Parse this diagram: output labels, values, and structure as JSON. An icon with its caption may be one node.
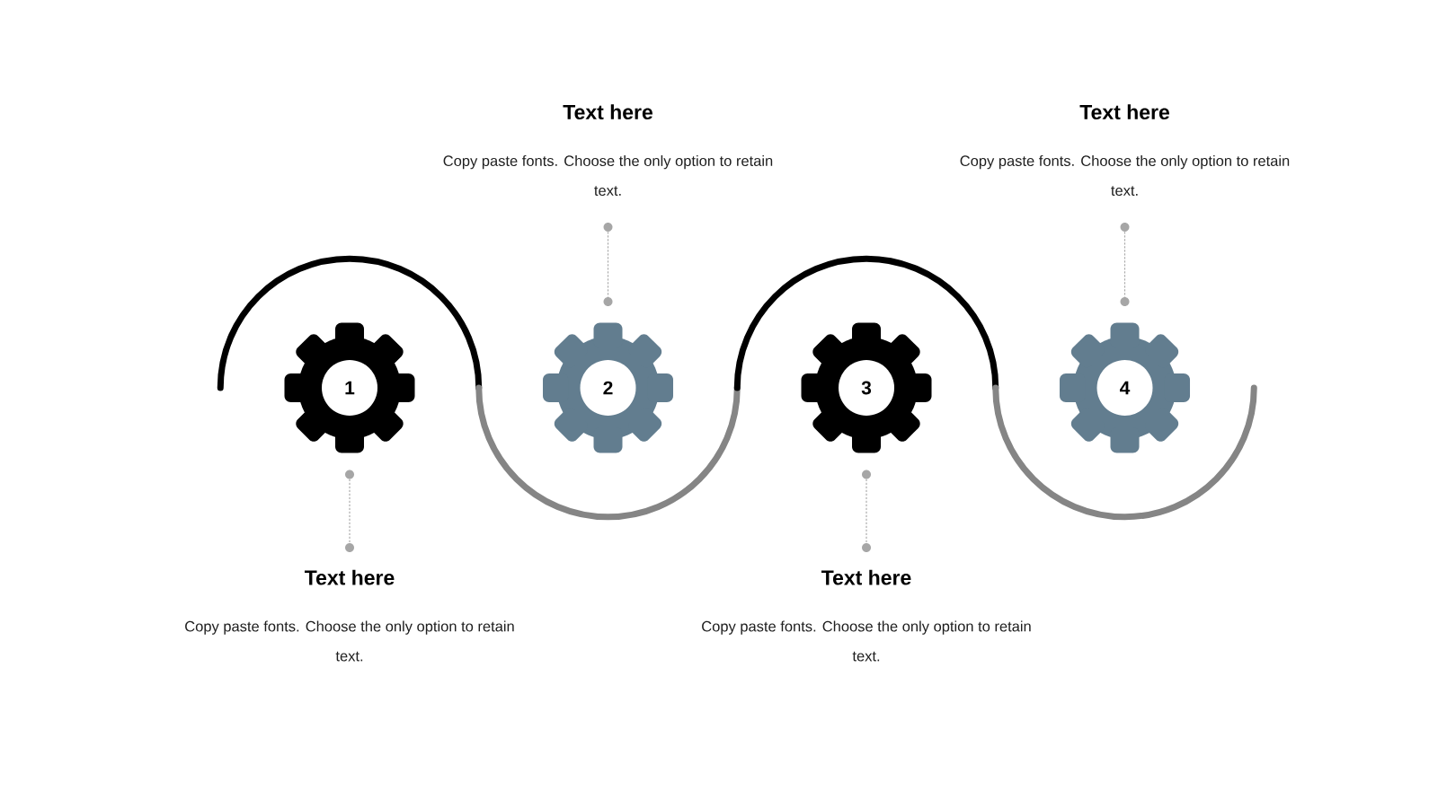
{
  "diagram": {
    "nodes": [
      {
        "text": [
          "1"
        ]
      },
      {
        "text": [
          "Text here",
          "Copy paste fonts. Choose the only option to retain text."
        ]
      },
      {
        "text": [
          "2"
        ]
      },
      {
        "text": [
          "Text here",
          "Copy paste fonts. Choose the only option to retain text."
        ]
      },
      {
        "text": [
          "3"
        ]
      },
      {
        "text": [
          "Text here",
          "Copy paste fonts. Choose the only option to retain text."
        ]
      },
      {
        "text": [
          "4"
        ]
      },
      {
        "text": [
          "Text here",
          "Copy paste fonts. Choose the only option to retain text."
        ]
      },
      {
        "text": [],
        "shape": "circle"
      },
      {
        "text": [],
        "shape": "circle"
      },
      {
        "text": [],
        "shape": "circle"
      },
      {
        "text": [],
        "shape": "circle"
      },
      {
        "text": [],
        "shape": "circle"
      },
      {
        "text": [],
        "shape": "circle"
      },
      {
        "text": [],
        "shape": "circle"
      },
      {
        "text": [],
        "shape": "circle"
      }
    ],
    "edges": [
      {
        "from": 8,
        "to": 9,
        "arrow": "none",
        "style": "dashed"
      },
      {
        "from": 10,
        "to": 11,
        "arrow": "none",
        "style": "dashed"
      },
      {
        "from": 12,
        "to": 13,
        "arrow": "none",
        "style": "dashed"
      },
      {
        "from": 14,
        "to": 15,
        "arrow": "none",
        "style": "dashed"
      }
    ]
  }
}
